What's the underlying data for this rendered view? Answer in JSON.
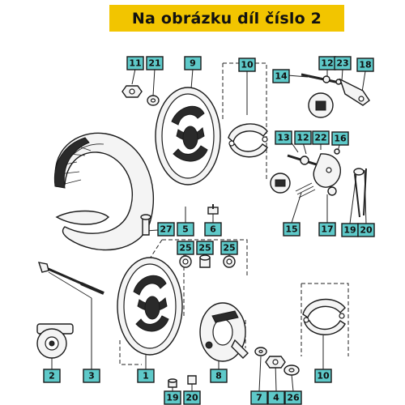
{
  "banner": {
    "text": "Na obrázku díl číslo 2",
    "color": "#f2c500"
  },
  "label_color": "#5ec9c9",
  "callouts": [
    "11",
    "21",
    "9",
    "10",
    "12",
    "23",
    "18",
    "14",
    "13",
    "12",
    "22",
    "16",
    "27",
    "5",
    "25",
    "6",
    "25",
    "15",
    "17",
    "19",
    "20",
    "25",
    "1",
    "2",
    "3",
    "8",
    "19",
    "20",
    "7",
    "4",
    "26",
    "10"
  ]
}
